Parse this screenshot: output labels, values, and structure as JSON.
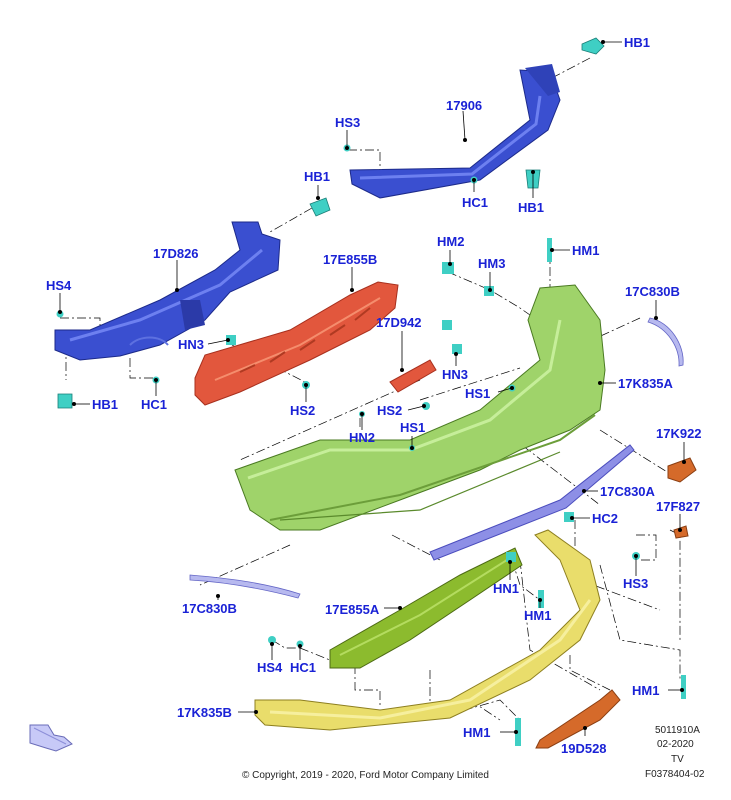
{
  "colors": {
    "label": "#1a22d6",
    "blue_part": "#3a4fd0",
    "teal_fastener": "#3fcfc4",
    "red_part": "#e2573d",
    "green_part": "#9fd36a",
    "lavender_part": "#8d8fe6",
    "olive_part": "#8cbb2e",
    "yellow_part": "#e9dd6b",
    "orange_part": "#d56a2a"
  },
  "labels": {
    "hb1_top": "HB1",
    "p17906": "17906",
    "hs3_top": "HS3",
    "hc1_top": "HC1",
    "hb1_mid": "HB1",
    "hb1_left_top": "HB1",
    "p17d826": "17D826",
    "hs4_left": "HS4",
    "hn3_left": "HN3",
    "hb1_left_bottom": "HB1",
    "hc1_left": "HC1",
    "p17e855b": "17E855B",
    "hs2_left": "HS2",
    "hm2": "HM2",
    "hm3": "HM3",
    "hm1_top": "HM1",
    "p17c830b_top": "17C830B",
    "p17d942": "17D942",
    "hn3_mid": "HN3",
    "hs1_right": "HS1",
    "p17k835a": "17K835A",
    "hs2_mid": "HS2",
    "hn2": "HN2",
    "hs1_mid": "HS1",
    "p17k922": "17K922",
    "p17c830a": "17C830A",
    "hc2": "HC2",
    "p17f827": "17F827",
    "hs3_right": "HS3",
    "hn1": "HN1",
    "hm1_mid": "HM1",
    "p17c830b_bottom": "17C830B",
    "p17e855a": "17E855A",
    "hs4_bottom": "HS4",
    "hc1_bottom": "HC1",
    "hm1_right": "HM1",
    "p17k835b": "17K835B",
    "hm1_bottom": "HM1",
    "p19d528": "19D528"
  },
  "footer": {
    "copyright": "© Copyright, 2019 - 2020, Ford Motor Company Limited",
    "code1": "5011910A",
    "code2": "02-2020",
    "code3": "TV",
    "code4": "F0378404-02"
  }
}
